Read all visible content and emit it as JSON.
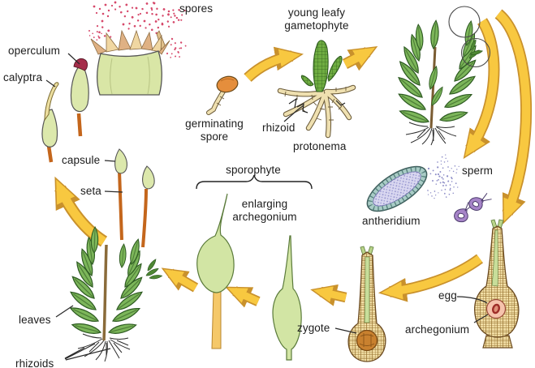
{
  "labels": {
    "spores": "spores",
    "operculum": "operculum",
    "calyptra": "calyptra",
    "capsule": "capsule",
    "seta": "seta",
    "sporophyte": "sporophyte",
    "enlarging_archegonium": "enlarging\narchegonium",
    "germinating_spore": "germinating\nspore",
    "young_leafy_gametophyte": "young leafy\ngametophyte",
    "rhizoid": "rhizoid",
    "protonema": "protonema",
    "sperm": "sperm",
    "antheridium": "antheridium",
    "egg": "egg",
    "archegonium": "archegonium",
    "zygote": "zygote",
    "leaves": "leaves",
    "rhizoids": "rhizoids"
  },
  "colors": {
    "arrow_fill": "#F8C840",
    "arrow_outline": "#C9912C",
    "leaf_green": "#7CB65A",
    "shoot_green": "#6FAD41",
    "capsule_green": "#DCE8AC",
    "pale_green": "#D2E5A4",
    "spore_red": "#D6486A",
    "seta_orange": "#C4661C",
    "operculum_red": "#A52D4A",
    "calyptra_tan": "#EDDFA0",
    "tooth_tan": "#F0D7A2",
    "antheridium_jacket": "#A9CCC6",
    "antheridium_fill": "#D9D7F0",
    "sperm_purple": "#A684C8",
    "cell_beige": "#F2DFA6",
    "cell_line": "#96712F",
    "egg_pink": "#F6C3AC",
    "zygote_brown": "#C9812F",
    "text": "#1c1c1c"
  }
}
